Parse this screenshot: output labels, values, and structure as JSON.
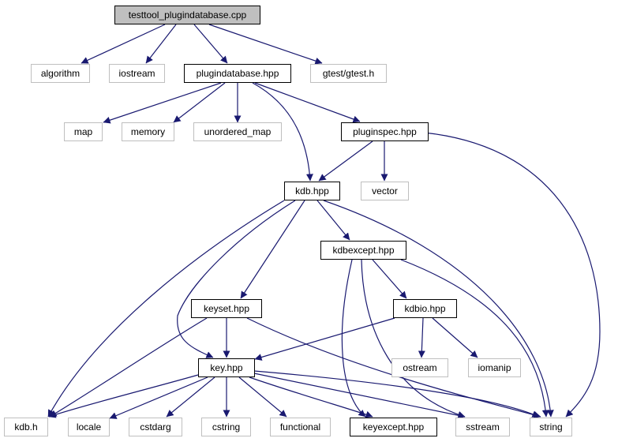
{
  "diagram": {
    "nodes": [
      {
        "id": "root",
        "label": "testtool_plugindatabase.cpp",
        "style": "root"
      },
      {
        "id": "algorithm",
        "label": "algorithm",
        "style": "external"
      },
      {
        "id": "iostream",
        "label": "iostream",
        "style": "external"
      },
      {
        "id": "plugindatabase",
        "label": "plugindatabase.hpp",
        "style": "documented"
      },
      {
        "id": "gtest",
        "label": "gtest/gtest.h",
        "style": "external"
      },
      {
        "id": "map",
        "label": "map",
        "style": "external"
      },
      {
        "id": "memory",
        "label": "memory",
        "style": "external"
      },
      {
        "id": "unordered_map",
        "label": "unordered_map",
        "style": "external"
      },
      {
        "id": "pluginspec",
        "label": "pluginspec.hpp",
        "style": "documented"
      },
      {
        "id": "kdbhpp",
        "label": "kdb.hpp",
        "style": "documented"
      },
      {
        "id": "vector",
        "label": "vector",
        "style": "external"
      },
      {
        "id": "kdbexcept",
        "label": "kdbexcept.hpp",
        "style": "documented"
      },
      {
        "id": "keyset",
        "label": "keyset.hpp",
        "style": "documented"
      },
      {
        "id": "kdbio",
        "label": "kdbio.hpp",
        "style": "documented"
      },
      {
        "id": "keyhpp",
        "label": "key.hpp",
        "style": "documented"
      },
      {
        "id": "ostream",
        "label": "ostream",
        "style": "external"
      },
      {
        "id": "iomanip",
        "label": "iomanip",
        "style": "external"
      },
      {
        "id": "kdbh",
        "label": "kdb.h",
        "style": "external"
      },
      {
        "id": "locale",
        "label": "locale",
        "style": "external"
      },
      {
        "id": "cstdarg",
        "label": "cstdarg",
        "style": "external"
      },
      {
        "id": "cstring",
        "label": "cstring",
        "style": "external"
      },
      {
        "id": "functional",
        "label": "functional",
        "style": "external"
      },
      {
        "id": "keyexcept",
        "label": "keyexcept.hpp",
        "style": "documented"
      },
      {
        "id": "sstream",
        "label": "sstream",
        "style": "external"
      },
      {
        "id": "string",
        "label": "string",
        "style": "external"
      }
    ],
    "edges": [
      [
        "root",
        "algorithm"
      ],
      [
        "root",
        "iostream"
      ],
      [
        "root",
        "plugindatabase"
      ],
      [
        "root",
        "gtest"
      ],
      [
        "plugindatabase",
        "map"
      ],
      [
        "plugindatabase",
        "memory"
      ],
      [
        "plugindatabase",
        "unordered_map"
      ],
      [
        "plugindatabase",
        "pluginspec"
      ],
      [
        "plugindatabase",
        "kdbhpp"
      ],
      [
        "pluginspec",
        "kdbhpp"
      ],
      [
        "pluginspec",
        "vector"
      ],
      [
        "pluginspec",
        "string"
      ],
      [
        "kdbhpp",
        "kdbexcept"
      ],
      [
        "kdbhpp",
        "keyset"
      ],
      [
        "kdbhpp",
        "keyhpp"
      ],
      [
        "kdbhpp",
        "kdbh"
      ],
      [
        "kdbhpp",
        "string"
      ],
      [
        "kdbexcept",
        "kdbio"
      ],
      [
        "kdbexcept",
        "keyexcept"
      ],
      [
        "kdbexcept",
        "sstream"
      ],
      [
        "kdbexcept",
        "string"
      ],
      [
        "keyset",
        "keyhpp"
      ],
      [
        "keyset",
        "kdbh"
      ],
      [
        "keyset",
        "string"
      ],
      [
        "kdbio",
        "keyhpp"
      ],
      [
        "kdbio",
        "ostream"
      ],
      [
        "kdbio",
        "iomanip"
      ],
      [
        "keyhpp",
        "kdbh"
      ],
      [
        "keyhpp",
        "locale"
      ],
      [
        "keyhpp",
        "cstdarg"
      ],
      [
        "keyhpp",
        "cstring"
      ],
      [
        "keyhpp",
        "functional"
      ],
      [
        "keyhpp",
        "keyexcept"
      ],
      [
        "keyhpp",
        "sstream"
      ],
      [
        "keyhpp",
        "string"
      ]
    ],
    "colors": {
      "edge": "#191970",
      "root_fill": "#bfbfbf",
      "root_stroke": "#000000",
      "documented_fill": "#ffffff",
      "documented_stroke": "#000000",
      "external_fill": "#ffffff",
      "external_stroke": "#bfbfbf"
    }
  }
}
